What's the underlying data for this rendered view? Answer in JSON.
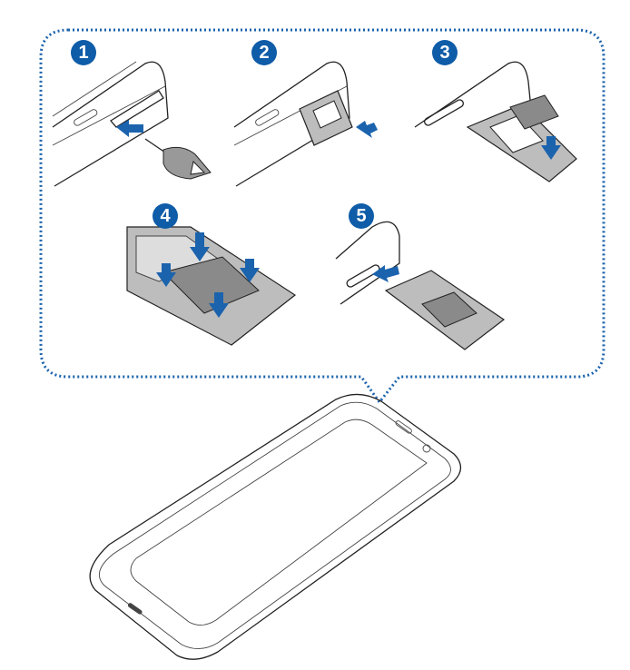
{
  "steps": [
    {
      "number": "1"
    },
    {
      "number": "2"
    },
    {
      "number": "3"
    },
    {
      "number": "4"
    },
    {
      "number": "5"
    }
  ],
  "colors": {
    "accent": "#0f5ca8",
    "border": "#1b63ad"
  }
}
